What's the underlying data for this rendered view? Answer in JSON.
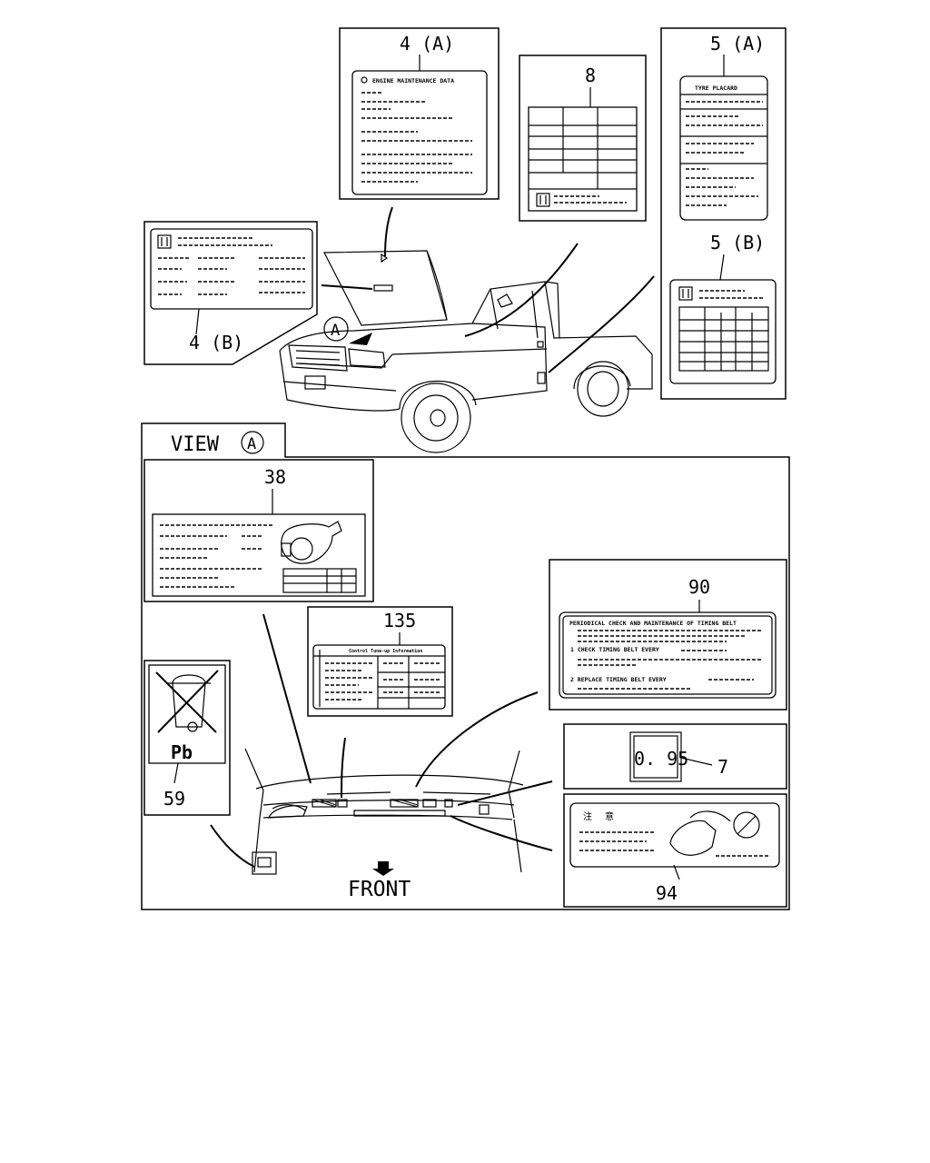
{
  "callouts": {
    "c4a": "4 (A)",
    "c8": "8",
    "c5a": "5 (A)",
    "c5b": "5 (B)",
    "c4b": "4 (B)",
    "c38": "38",
    "c135": "135",
    "c90": "90",
    "c7": "7",
    "c59": "59",
    "c94": "94"
  },
  "view_title": "VIEW",
  "view_marker": "A",
  "truck_marker": "A",
  "front_label": "FRONT",
  "labels": {
    "engine_maintenance_title": "ENGINE MAINTENANCE DATA",
    "tyre_placard_title": "TYRE PLACARD",
    "timing_belt_title": "PERIODICAL CHECK AND MAINTENANCE OF TIMING BELT",
    "timing_belt_line1": "1 CHECK TIMING BELT EVERY",
    "timing_belt_line2": "2 REPLACE TIMING BELT EVERY",
    "label_135_title": "Control Tune-up Information",
    "gap_value": "0. 95",
    "pb_text": "Pb",
    "warning_glyph_1": "注",
    "warning_glyph_2": "意"
  }
}
